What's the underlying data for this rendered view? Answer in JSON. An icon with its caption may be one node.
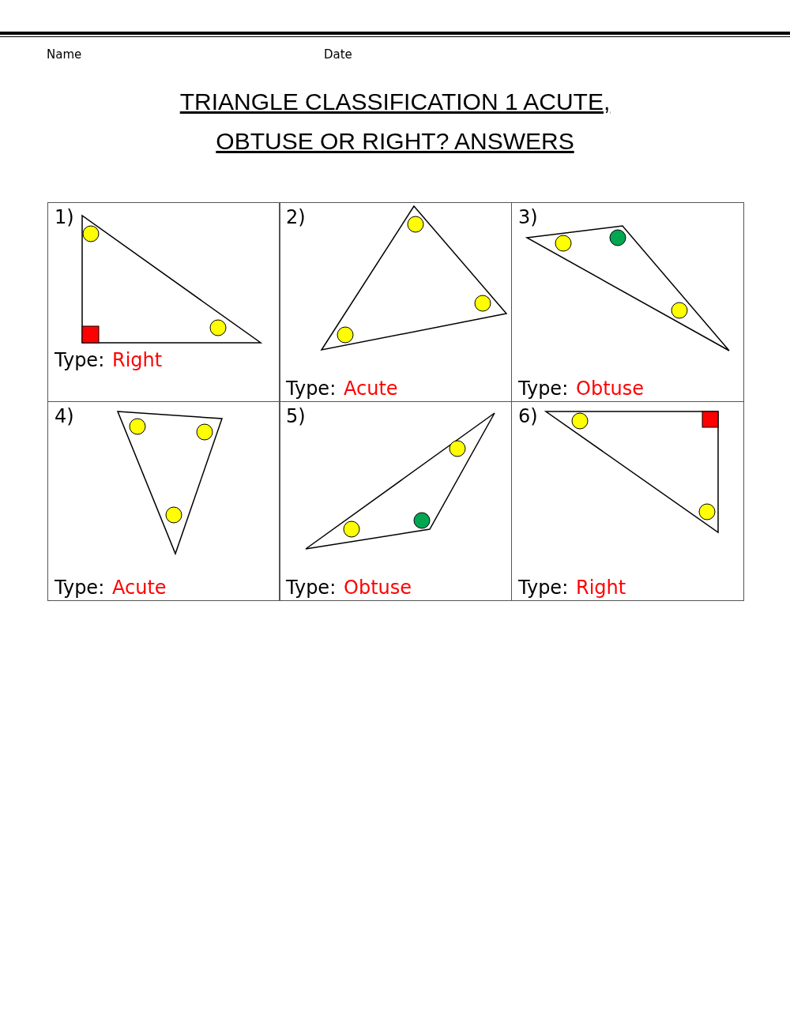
{
  "diagram": {
    "title": "TRIANGLE CLASSIFICATION 1 ACUTE, OBTUSE OR RIGHT? ANSWERS",
    "labels": [
      "Name",
      "Date",
      "1)",
      "Type:",
      "Right",
      "2)",
      "Type:",
      "Acute",
      "3)",
      "Type:",
      "Obtuse",
      "4)",
      "Type:",
      "Acute",
      "5)",
      "Type:",
      "Obtuse",
      "6)",
      "Type:",
      "Right"
    ]
  }
}
